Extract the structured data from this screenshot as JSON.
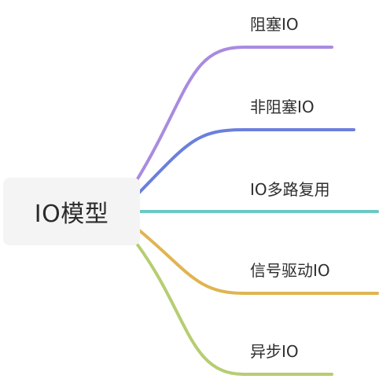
{
  "mindmap": {
    "root": {
      "label": "IO模型"
    },
    "branches": [
      {
        "label": "阻塞IO",
        "color": "#a98be0"
      },
      {
        "label": "非阻塞IO",
        "color": "#6b7fdc"
      },
      {
        "label": "IO多路复用",
        "color": "#6cc8c4"
      },
      {
        "label": "信号驱动IO",
        "color": "#e0b451"
      },
      {
        "label": "异步IO",
        "color": "#b6cd72"
      }
    ]
  }
}
